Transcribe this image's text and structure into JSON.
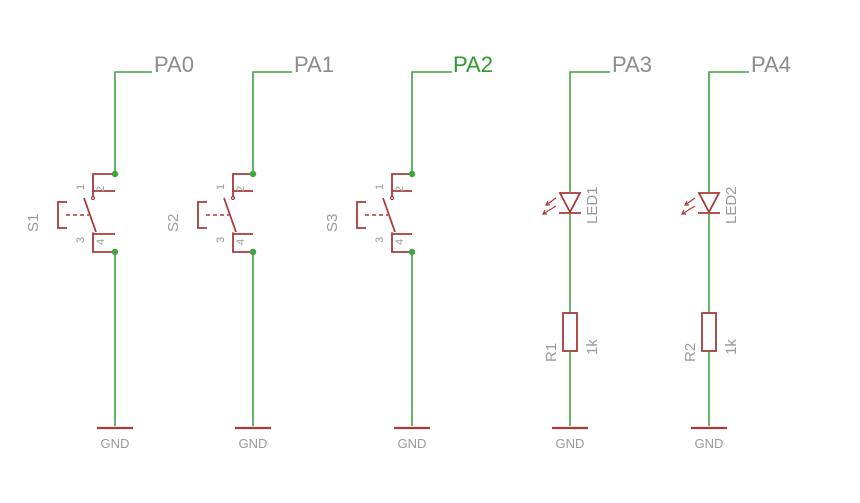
{
  "switches": [
    {
      "ref": "S1",
      "net": "PA0",
      "gnd": "GND",
      "pins": [
        "1",
        "2",
        "3",
        "4"
      ],
      "active": false
    },
    {
      "ref": "S2",
      "net": "PA1",
      "gnd": "GND",
      "pins": [
        "1",
        "2",
        "3",
        "4"
      ],
      "active": false
    },
    {
      "ref": "S3",
      "net": "PA2",
      "gnd": "GND",
      "pins": [
        "1",
        "2",
        "3",
        "4"
      ],
      "active": true
    }
  ],
  "leds": [
    {
      "led": "LED1",
      "res": "R1",
      "value": "1k",
      "net": "PA3",
      "gnd": "GND"
    },
    {
      "led": "LED2",
      "res": "R2",
      "value": "1k",
      "net": "PA4",
      "gnd": "GND"
    }
  ],
  "colors": {
    "wire": "#3fa53f",
    "symbol": "#a83a3a",
    "text": "#8c8c8c",
    "active_text": "#2e9a2e"
  }
}
